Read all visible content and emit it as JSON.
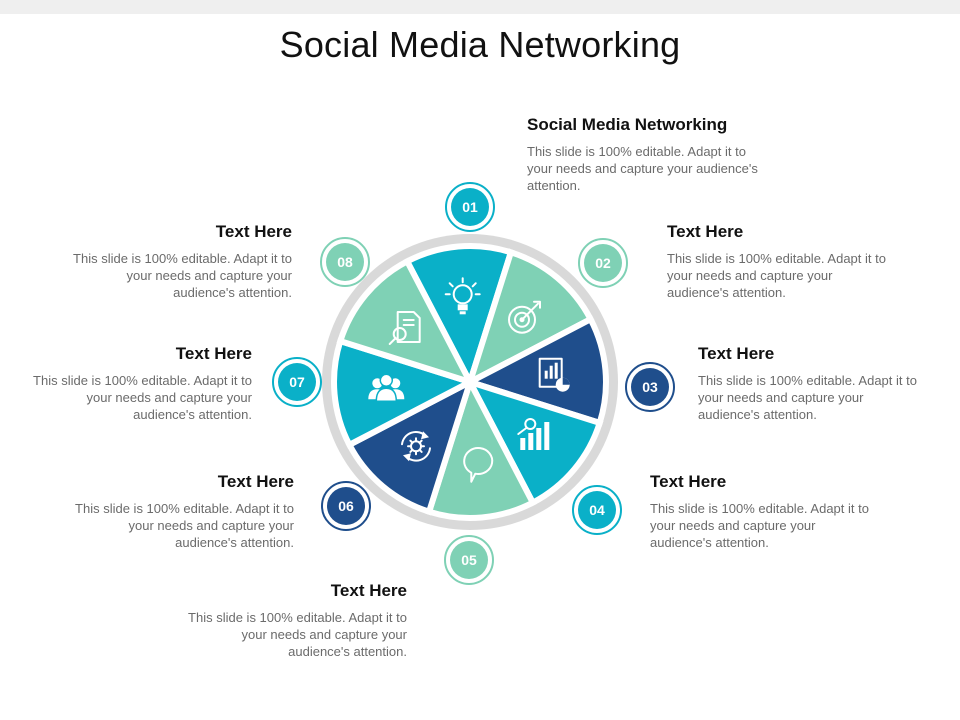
{
  "title": "Social Media Networking",
  "colors": {
    "dark_blue": "#1f4e8c",
    "cyan": "#0ab0c8",
    "mint": "#7fd1b5",
    "ring_gray": "#d9d9d9"
  },
  "segments": [
    {
      "num": "01",
      "color": "#0ab0c8",
      "icon": "lightbulb-icon"
    },
    {
      "num": "02",
      "color": "#7fd1b5",
      "icon": "target-icon"
    },
    {
      "num": "03",
      "color": "#1f4e8c",
      "icon": "report-chart-icon"
    },
    {
      "num": "04",
      "color": "#0ab0c8",
      "icon": "growth-chart-icon"
    },
    {
      "num": "05",
      "color": "#7fd1b5",
      "icon": "chat-bubble-icon"
    },
    {
      "num": "06",
      "color": "#1f4e8c",
      "icon": "gear-refresh-icon"
    },
    {
      "num": "07",
      "color": "#0ab0c8",
      "icon": "people-group-icon"
    },
    {
      "num": "08",
      "color": "#7fd1b5",
      "icon": "document-search-icon"
    }
  ],
  "blocks": [
    {
      "title": "Social Media Networking",
      "body": "This slide is 100% editable. Adapt it to your needs and capture your audience's attention."
    },
    {
      "title": "Text Here",
      "body": "This slide is 100% editable. Adapt it to your needs and capture your audience's attention."
    },
    {
      "title": "Text Here",
      "body": "This slide is 100% editable. Adapt it to your needs and capture your audience's attention."
    },
    {
      "title": "Text Here",
      "body": "This slide is 100% editable. Adapt it to your needs and capture your audience's attention."
    },
    {
      "title": "Text Here",
      "body": "This slide is 100% editable. Adapt it to your needs and capture your audience's attention."
    },
    {
      "title": "Text Here",
      "body": "This slide is 100% editable. Adapt it to your needs and capture your audience's attention."
    },
    {
      "title": "Text Here",
      "body": "This slide is 100% editable. Adapt it to your needs and capture your audience's attention."
    },
    {
      "title": "Text Here",
      "body": "This slide is 100% editable. Adapt it to your needs and capture your audience's attention."
    }
  ]
}
